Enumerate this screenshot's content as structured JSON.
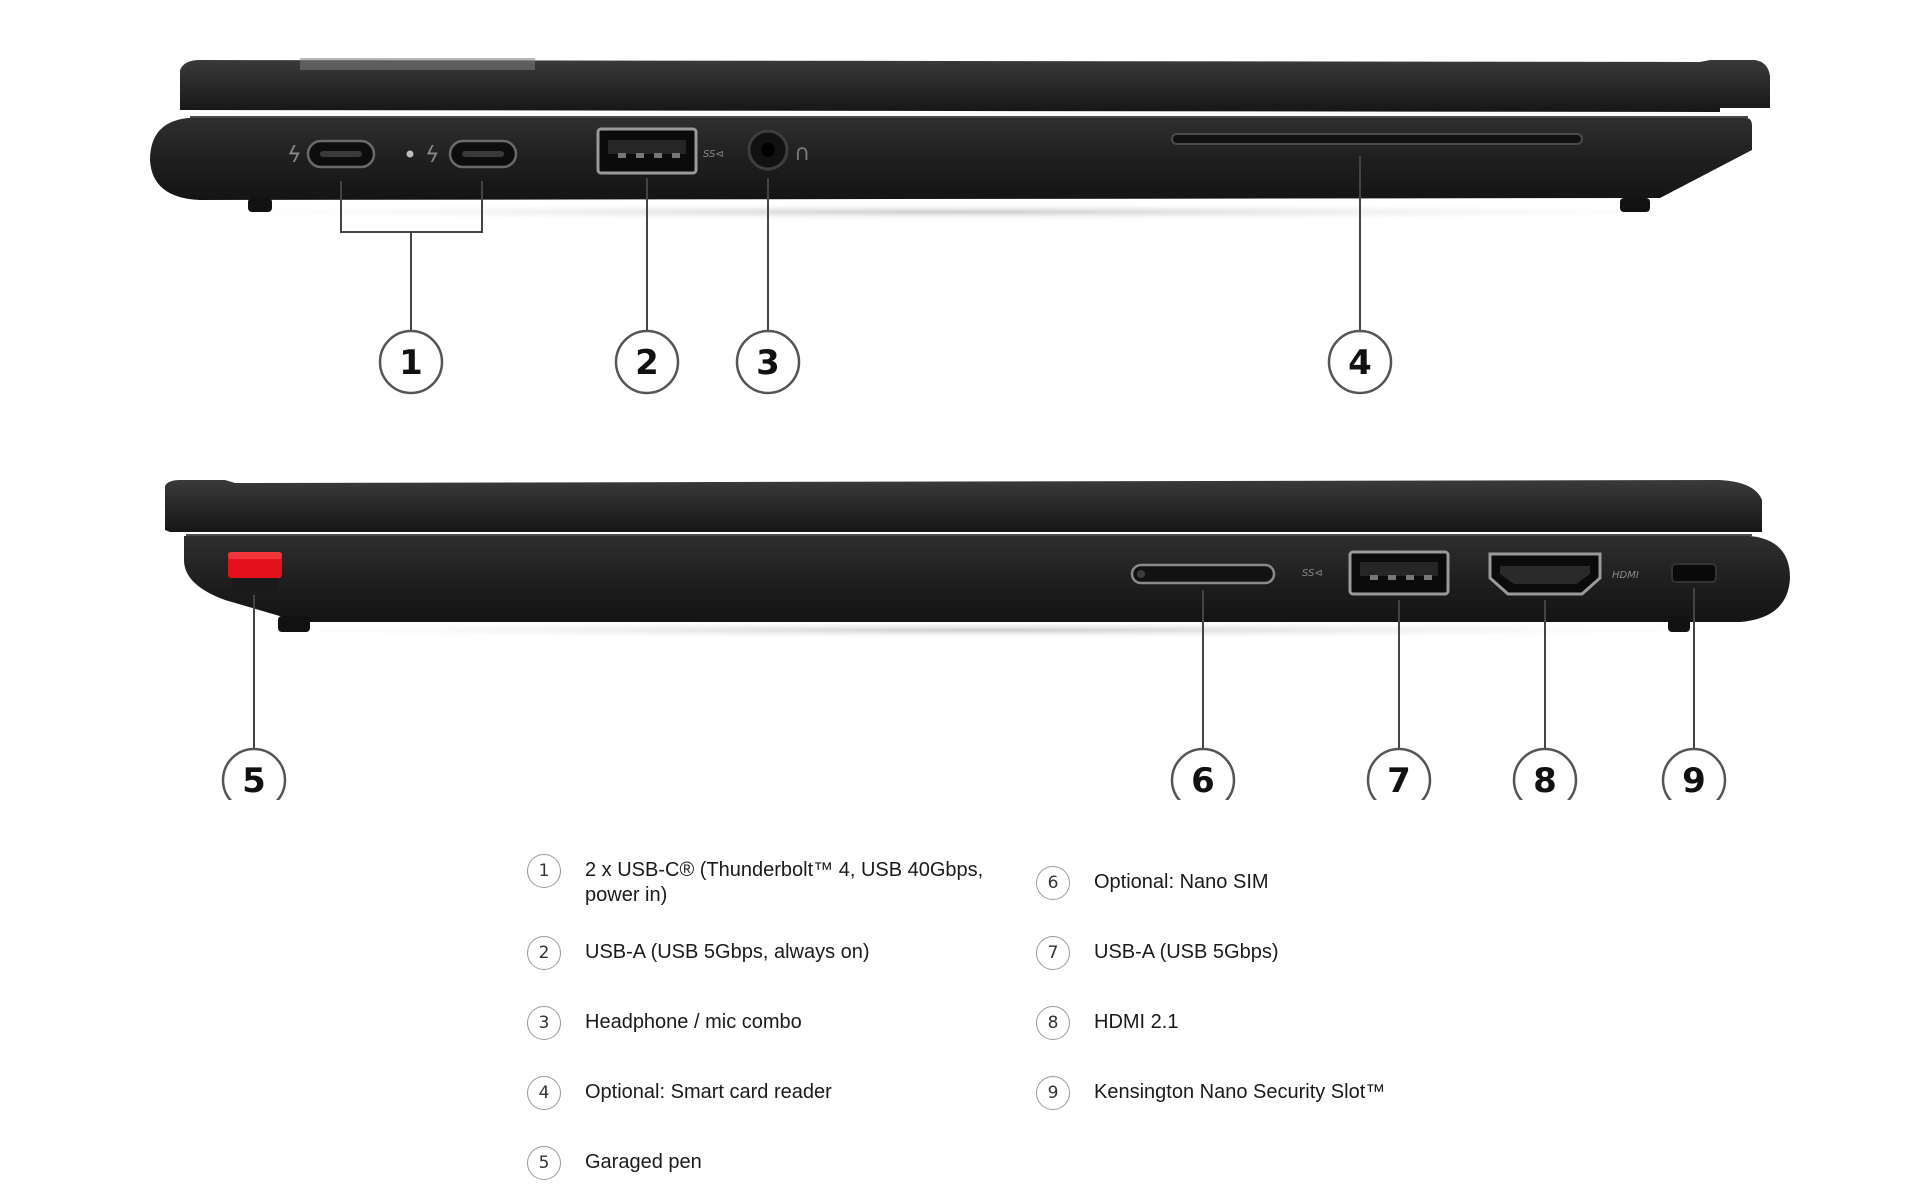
{
  "top_view": {
    "callouts": [
      "1",
      "2",
      "3",
      "4"
    ],
    "port_marks": {
      "usb_a": "SS⊲",
      "usb_a_lower": "SS⊲",
      "hdmi": "HDMI"
    }
  },
  "bottom_view": {
    "callouts": [
      "5",
      "6",
      "7",
      "8",
      "9"
    ]
  },
  "legend": {
    "left": [
      {
        "num": "1",
        "text": "2 x USB-C® (Thunderbolt™ 4, USB 40Gbps, power in)"
      },
      {
        "num": "2",
        "text": "USB-A (USB 5Gbps, always on)"
      },
      {
        "num": "3",
        "text": "Headphone / mic combo"
      },
      {
        "num": "4",
        "text": "Optional: Smart card reader"
      },
      {
        "num": "5",
        "text": "Garaged pen"
      }
    ],
    "right": [
      {
        "num": "6",
        "text": "Optional: Nano SIM"
      },
      {
        "num": "7",
        "text": "USB-A (USB 5Gbps)"
      },
      {
        "num": "8",
        "text": "HDMI 2.1"
      },
      {
        "num": "9",
        "text": "Kensington Nano Security Slot™"
      }
    ]
  },
  "colors": {
    "chassis": "#1c1c1c",
    "chassis_light": "#2e2e2e",
    "pen_red": "#e3111b",
    "callout_line": "#444444"
  }
}
